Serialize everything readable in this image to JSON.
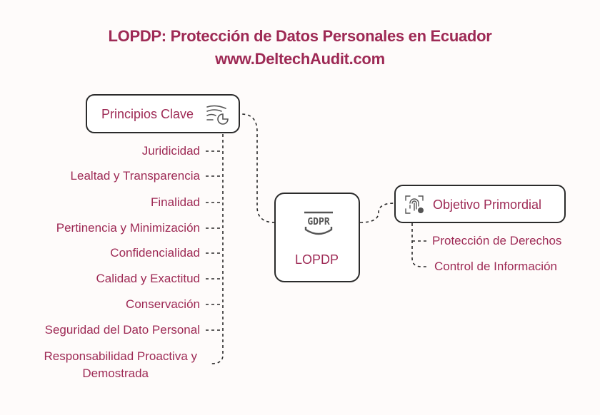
{
  "colors": {
    "accent": "#9e2a55",
    "border": "#2b2b2b",
    "connector": "#2b2b2b",
    "icon": "#555555"
  },
  "header": {
    "title": "LOPDP: Protección de Datos Personales en Ecuador",
    "subtitle": "www.DeltechAudit.com"
  },
  "center": {
    "label": "LOPDP",
    "icon": "gdpr-shield-icon",
    "icon_text": "GDPR"
  },
  "left_branch": {
    "label": "Principios Clave",
    "icon": "signal-pie-icon",
    "items": [
      "Juridicidad",
      "Lealtad y Transparencia",
      "Finalidad",
      "Pertinencia y Minimización",
      "Confidencialidad",
      "Calidad y Exactitud",
      "Conservación",
      "Seguridad del Dato Personal",
      "Responsabilidad Proactiva y",
      "Demostrada"
    ]
  },
  "right_branch": {
    "label": "Objetivo Primordial",
    "icon": "fingerprint-user-icon",
    "items": [
      "Protección de Derechos",
      "Control de Información"
    ]
  }
}
